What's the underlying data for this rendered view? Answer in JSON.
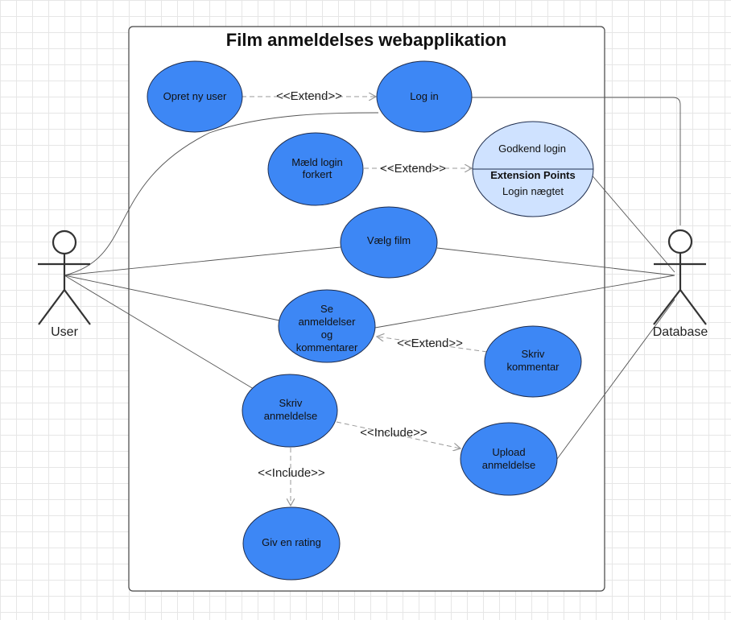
{
  "title": "Film anmeldelses webapplikation",
  "actors": {
    "user": "User",
    "database": "Database"
  },
  "use_cases": {
    "opret": [
      "Opret ny user"
    ],
    "login": [
      "Log in"
    ],
    "maeld": [
      "Mæld login",
      "forkert"
    ],
    "godkend": {
      "name": "Godkend login",
      "ext_header": "Extension Points",
      "ext_point": "Login nægtet"
    },
    "vaelg": [
      "Vælg film"
    ],
    "se": [
      "Se",
      "anmeldelser",
      "og",
      "kommentarer"
    ],
    "kommentar": [
      "Skriv",
      "kommentar"
    ],
    "anmeldelse": [
      "Skriv",
      "anmeldelse"
    ],
    "upload": [
      "Upload",
      "anmeldelse"
    ],
    "rating": [
      "Giv en rating"
    ]
  },
  "relations": {
    "extend1": "<<Extend>>",
    "extend2": "<<Extend>>",
    "extend3": "<<Extend>>",
    "include1": "<<Include>>",
    "include2": "<<Include>>"
  },
  "colors": {
    "use_case_fill": "#3d87f5",
    "use_case_stroke": "#1f2d4d",
    "ext_use_case_fill": "#cfe2ff",
    "line": "#555555",
    "dashed": "#999999"
  }
}
